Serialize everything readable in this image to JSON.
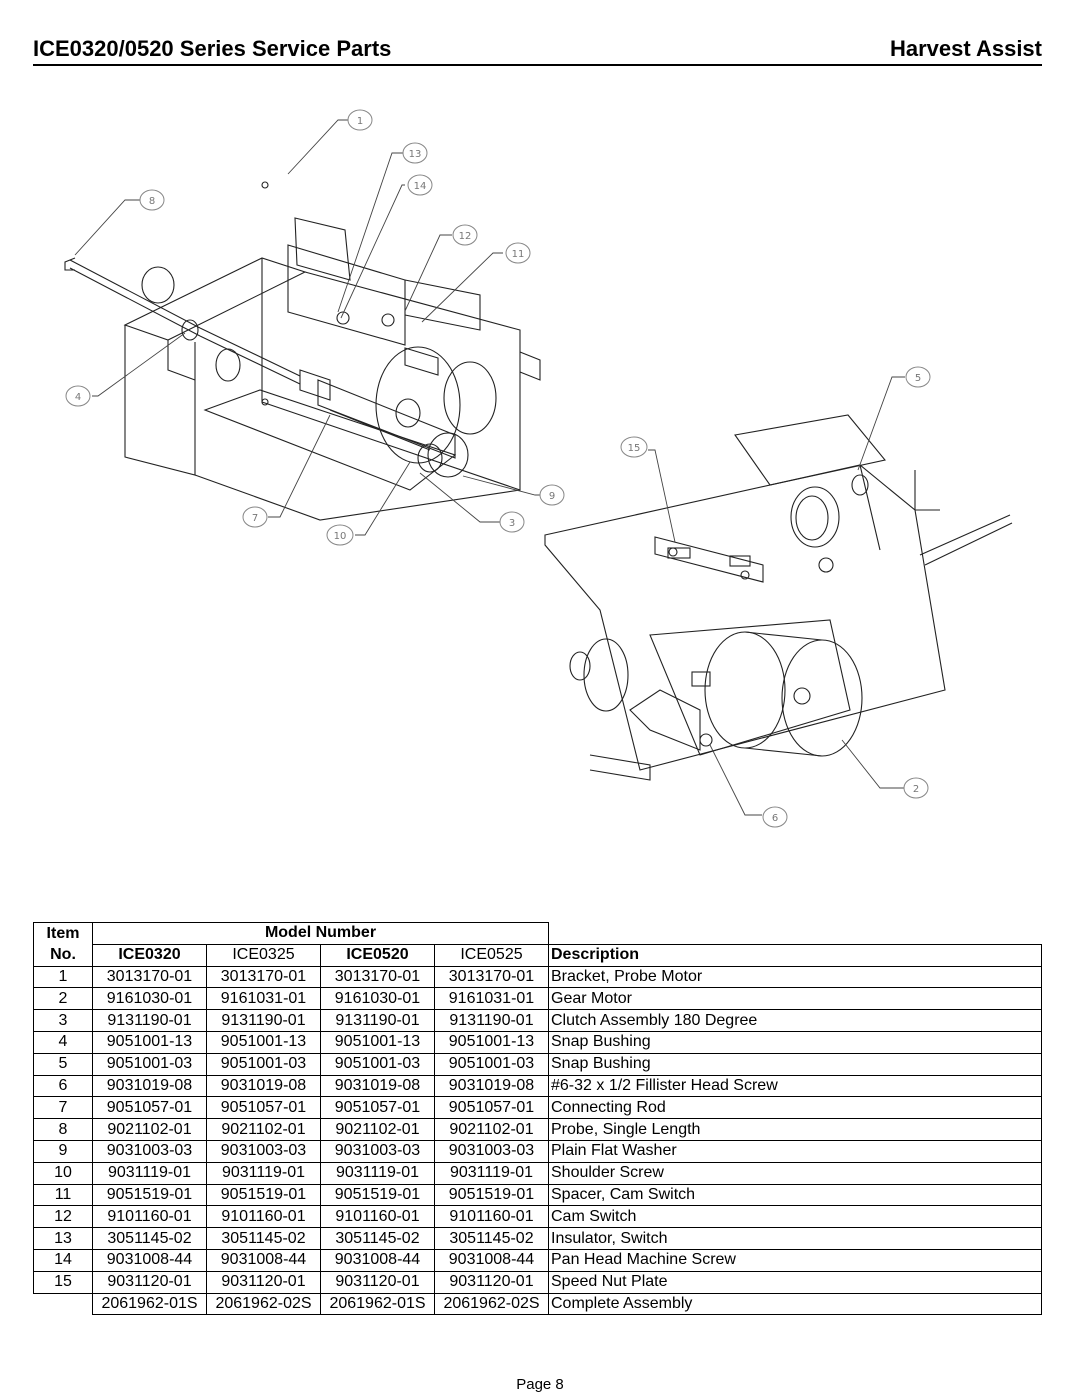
{
  "header": {
    "title": "ICE0320/0520 Series Service Parts",
    "section": "Harvest Assist"
  },
  "diagram": {
    "callouts": [
      "1",
      "2",
      "3",
      "4",
      "5",
      "6",
      "7",
      "8",
      "9",
      "10",
      "11",
      "12",
      "13",
      "14",
      "15"
    ]
  },
  "table": {
    "header_item": "Item",
    "header_no": "No.",
    "header_model": "Model Number",
    "models": [
      "ICE0320",
      "ICE0325",
      "ICE0520",
      "ICE0525"
    ],
    "header_description": "Description",
    "rows": [
      {
        "item": "1",
        "p1": "3013170-01",
        "p2": "3013170-01",
        "p3": "3013170-01",
        "p4": "3013170-01",
        "desc": "Bracket, Probe Motor"
      },
      {
        "item": "2",
        "p1": "9161030-01",
        "p2": "9161031-01",
        "p3": "9161030-01",
        "p4": "9161031-01",
        "desc": "Gear Motor"
      },
      {
        "item": "3",
        "p1": "9131190-01",
        "p2": "9131190-01",
        "p3": "9131190-01",
        "p4": "9131190-01",
        "desc": "Clutch Assembly 180 Degree"
      },
      {
        "item": "4",
        "p1": "9051001-13",
        "p2": "9051001-13",
        "p3": "9051001-13",
        "p4": "9051001-13",
        "desc": "Snap Bushing"
      },
      {
        "item": "5",
        "p1": "9051001-03",
        "p2": "9051001-03",
        "p3": "9051001-03",
        "p4": "9051001-03",
        "desc": "Snap Bushing"
      },
      {
        "item": "6",
        "p1": "9031019-08",
        "p2": "9031019-08",
        "p3": "9031019-08",
        "p4": "9031019-08",
        "desc": "#6-32 x 1/2 Fillister Head Screw"
      },
      {
        "item": "7",
        "p1": "9051057-01",
        "p2": "9051057-01",
        "p3": "9051057-01",
        "p4": "9051057-01",
        "desc": "Connecting Rod"
      },
      {
        "item": "8",
        "p1": "9021102-01",
        "p2": "9021102-01",
        "p3": "9021102-01",
        "p4": "9021102-01",
        "desc": "Probe, Single Length"
      },
      {
        "item": "9",
        "p1": "9031003-03",
        "p2": "9031003-03",
        "p3": "9031003-03",
        "p4": "9031003-03",
        "desc": "Plain Flat Washer"
      },
      {
        "item": "10",
        "p1": "9031119-01",
        "p2": "9031119-01",
        "p3": "9031119-01",
        "p4": "9031119-01",
        "desc": "Shoulder Screw"
      },
      {
        "item": "11",
        "p1": "9051519-01",
        "p2": "9051519-01",
        "p3": "9051519-01",
        "p4": "9051519-01",
        "desc": "Spacer, Cam Switch"
      },
      {
        "item": "12",
        "p1": "9101160-01",
        "p2": "9101160-01",
        "p3": "9101160-01",
        "p4": "9101160-01",
        "desc": "Cam Switch"
      },
      {
        "item": "13",
        "p1": "3051145-02",
        "p2": "3051145-02",
        "p3": "3051145-02",
        "p4": "3051145-02",
        "desc": "Insulator, Switch"
      },
      {
        "item": "14",
        "p1": "9031008-44",
        "p2": "9031008-44",
        "p3": "9031008-44",
        "p4": "9031008-44",
        "desc": "Pan Head Machine Screw"
      },
      {
        "item": "15",
        "p1": "9031120-01",
        "p2": "9031120-01",
        "p3": "9031120-01",
        "p4": "9031120-01",
        "desc": "Speed Nut Plate"
      }
    ],
    "assembly": {
      "p1": "2061962-01S",
      "p2": "2061962-02S",
      "p3": "2061962-01S",
      "p4": "2061962-02S",
      "desc": "Complete Assembly"
    }
  },
  "footer": {
    "page": "Page 8"
  }
}
